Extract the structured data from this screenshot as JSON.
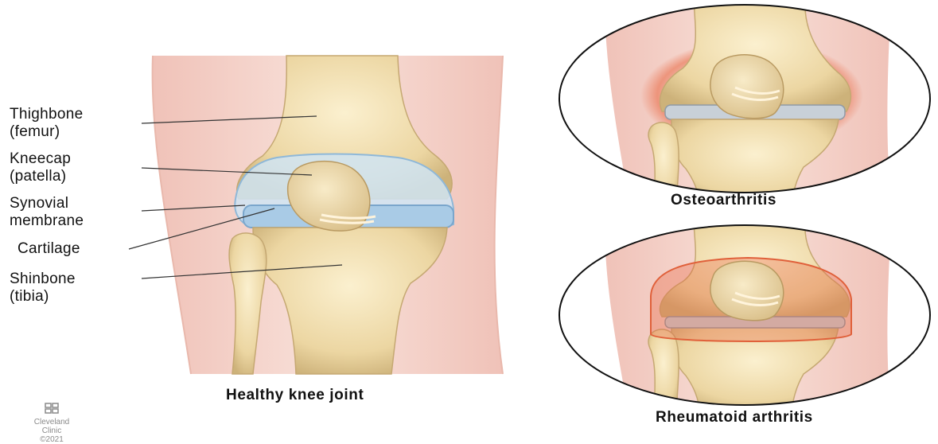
{
  "labels": {
    "thighbone": "Thighbone",
    "femur": "(femur)",
    "kneecap": "Kneecap",
    "patella": "(patella)",
    "synovial": "Synovial",
    "membrane": "membrane",
    "cartilage": "Cartilage",
    "shinbone": "Shinbone",
    "tibia": "(tibia)"
  },
  "captions": {
    "healthy": "Healthy knee joint",
    "osteoarthritis": "Osteoarthritis",
    "rheumatoid": "Rheumatoid arthritis"
  },
  "logo": {
    "name_line1": "Cleveland",
    "name_line2": "Clinic",
    "copyright": "©2021"
  },
  "colors": {
    "skin": "#f4cfc6",
    "bone": "#efdcaa",
    "cartilage": "#b9d6ea",
    "inflammation": "#e8653f"
  }
}
